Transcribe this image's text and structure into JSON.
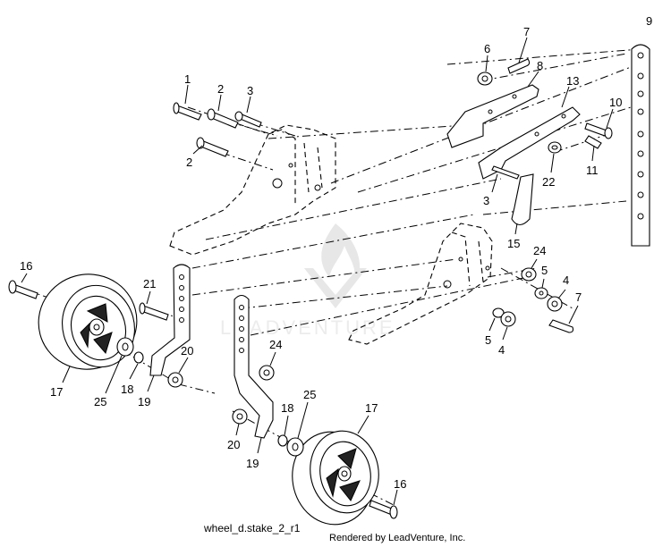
{
  "diagram": {
    "caption": "wheel_d.stake_2_r1",
    "rendered_by": "Rendered by LeadVenture, Inc.",
    "watermark": "LEADVENTURE",
    "callouts": [
      {
        "id": "c1",
        "text": "1"
      },
      {
        "id": "c2a",
        "text": "2"
      },
      {
        "id": "c3a",
        "text": "3"
      },
      {
        "id": "c2b",
        "text": "2"
      },
      {
        "id": "c6",
        "text": "6"
      },
      {
        "id": "c7a",
        "text": "7"
      },
      {
        "id": "c8",
        "text": "8"
      },
      {
        "id": "c9",
        "text": "9"
      },
      {
        "id": "c13",
        "text": "13"
      },
      {
        "id": "c10",
        "text": "10"
      },
      {
        "id": "c11",
        "text": "11"
      },
      {
        "id": "c22",
        "text": "22"
      },
      {
        "id": "c3b",
        "text": "3"
      },
      {
        "id": "c15",
        "text": "15"
      },
      {
        "id": "c24a",
        "text": "24"
      },
      {
        "id": "c5a",
        "text": "5"
      },
      {
        "id": "c4a",
        "text": "4"
      },
      {
        "id": "c7b",
        "text": "7"
      },
      {
        "id": "c5b",
        "text": "5"
      },
      {
        "id": "c4b",
        "text": "4"
      },
      {
        "id": "c16a",
        "text": "16"
      },
      {
        "id": "c21",
        "text": "21"
      },
      {
        "id": "c17a",
        "text": "17"
      },
      {
        "id": "c25a",
        "text": "25"
      },
      {
        "id": "c18a",
        "text": "18"
      },
      {
        "id": "c19a",
        "text": "19"
      },
      {
        "id": "c20a",
        "text": "20"
      },
      {
        "id": "c24b",
        "text": "24"
      },
      {
        "id": "c25b",
        "text": "25"
      },
      {
        "id": "c17b",
        "text": "17"
      },
      {
        "id": "c18b",
        "text": "18"
      },
      {
        "id": "c20b",
        "text": "20"
      },
      {
        "id": "c19b",
        "text": "19"
      },
      {
        "id": "c16b",
        "text": "16"
      }
    ]
  }
}
